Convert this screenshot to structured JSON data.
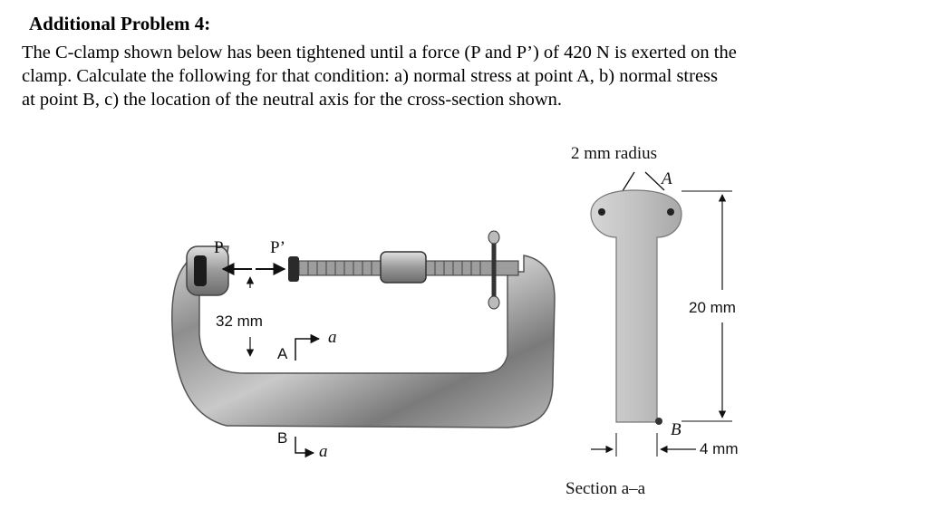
{
  "problem": {
    "title": "Additional Problem 4:",
    "lines": [
      "The C-clamp shown below has been tightened until a force (P and P’) of 420 N is exerted on the",
      "clamp.  Calculate the following for that condition: a) normal stress at point A,    b) normal stress",
      "at point B, c) the location of the neutral axis for the cross-section shown."
    ]
  },
  "figure": {
    "clamp_labels": {
      "p": "P",
      "p_prime": "P’",
      "dim_32": "32 mm",
      "point_a": "A",
      "point_b": "B",
      "cut_a_top": "a",
      "cut_a_bottom": "a"
    },
    "section_labels": {
      "radius": "2 mm radius",
      "point_a": "A",
      "height": "20 mm",
      "point_b": "B",
      "width": "4 mm",
      "caption": "Section a–a"
    }
  }
}
